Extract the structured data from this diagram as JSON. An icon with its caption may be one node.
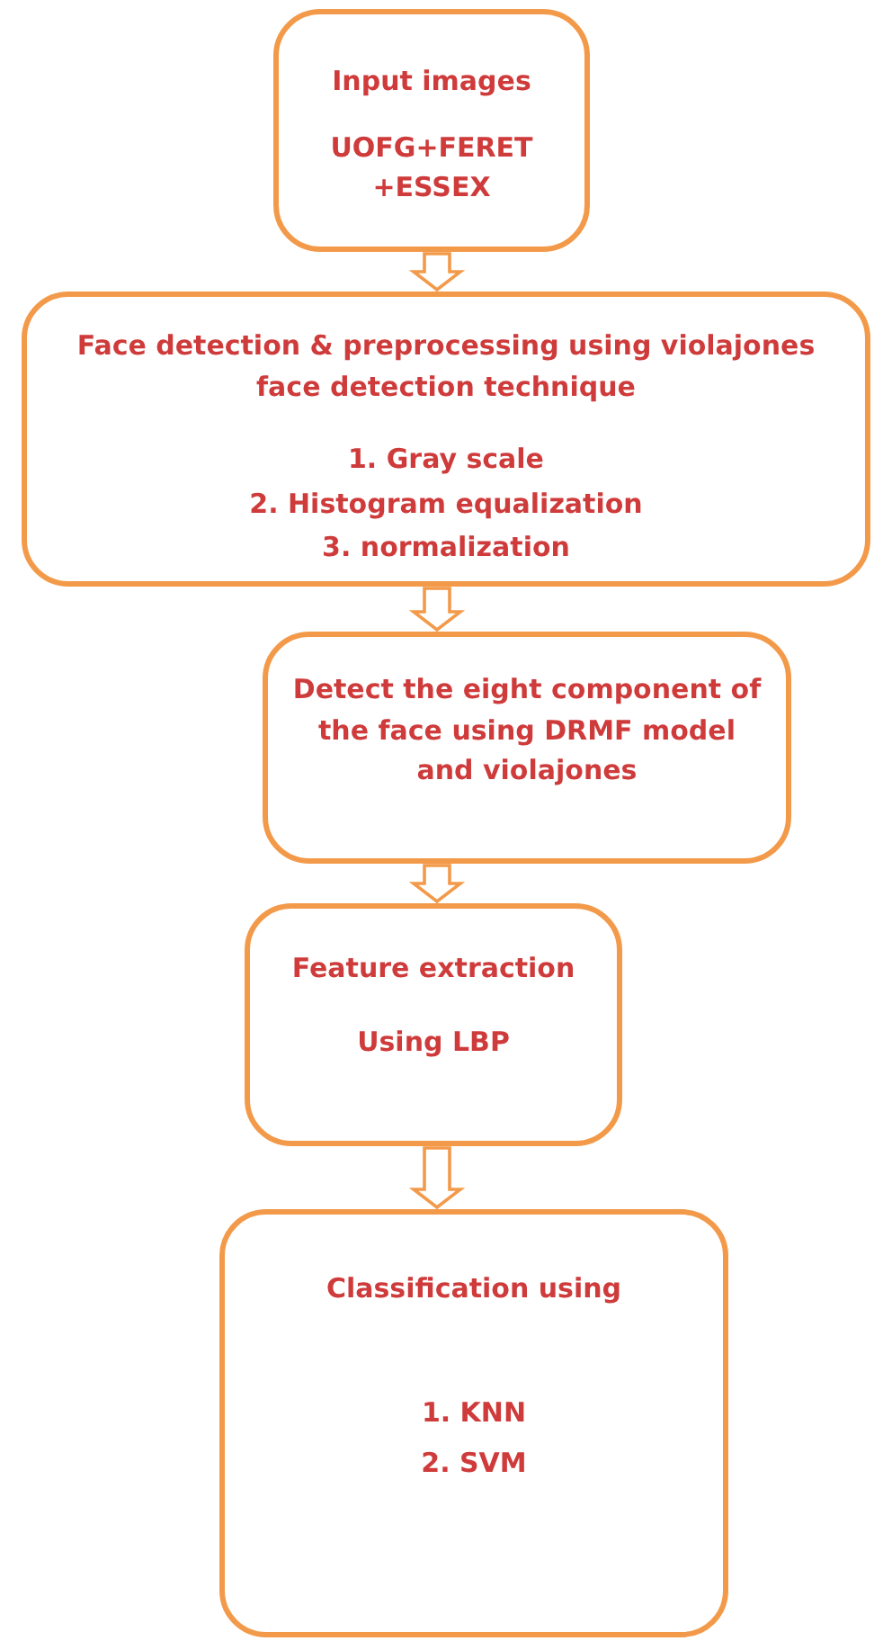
{
  "diagram": {
    "nodes": [
      {
        "text": [
          "Input images",
          "UOFG+FERET +ESSEX"
        ]
      },
      {
        "text": [
          "Face detection & preprocessing using violajones face detection technique",
          "1. Gray scale",
          "2. Histogram equalization",
          "3. normalization"
        ]
      },
      {
        "text": [
          "Detect the eight component of the face using DRMF model and violajones"
        ]
      },
      {
        "text": [
          "Feature extraction",
          "Using LBP"
        ]
      },
      {
        "text": [
          "Classification using",
          "1. KNN",
          "2. SVM"
        ]
      }
    ],
    "edges": [
      {
        "from": 0,
        "to": 1,
        "arrow": "to"
      },
      {
        "from": 1,
        "to": 2,
        "arrow": "to"
      },
      {
        "from": 2,
        "to": 3,
        "arrow": "to"
      },
      {
        "from": 3,
        "to": 4,
        "arrow": "to"
      }
    ]
  }
}
